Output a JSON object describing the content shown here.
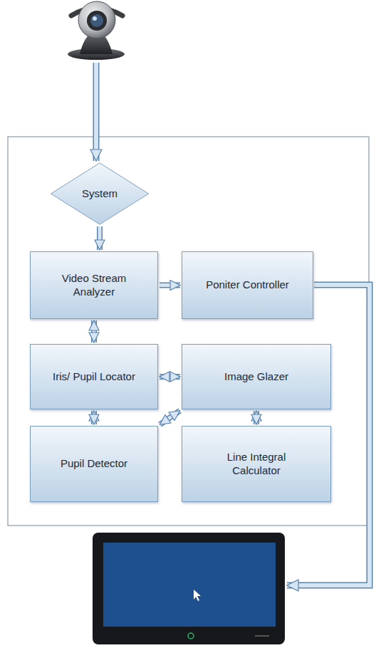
{
  "diagram": {
    "nodes": [
      {
        "text": [
          "System"
        ]
      },
      {
        "text": [
          "Video Stream Analyzer"
        ]
      },
      {
        "text": [
          "Poniter Controller"
        ]
      },
      {
        "text": [
          "Iris/ Pupil Locator"
        ]
      },
      {
        "text": [
          "Image Glazer"
        ]
      },
      {
        "text": [
          "Pupil Detector"
        ]
      },
      {
        "text": [
          "Line Integral Calculator"
        ]
      }
    ],
    "edges": [
      {
        "from": 0,
        "to": 1,
        "arrow": "to"
      },
      {
        "from": 1,
        "to": 2,
        "arrow": "to"
      },
      {
        "from": 1,
        "to": 3,
        "arrow": "both"
      },
      {
        "from": 3,
        "to": 4,
        "arrow": "both"
      },
      {
        "from": 3,
        "to": 5,
        "arrow": "both"
      },
      {
        "from": 5,
        "to": 4,
        "arrow": "both"
      },
      {
        "from": 4,
        "to": 6,
        "arrow": "both"
      }
    ]
  }
}
